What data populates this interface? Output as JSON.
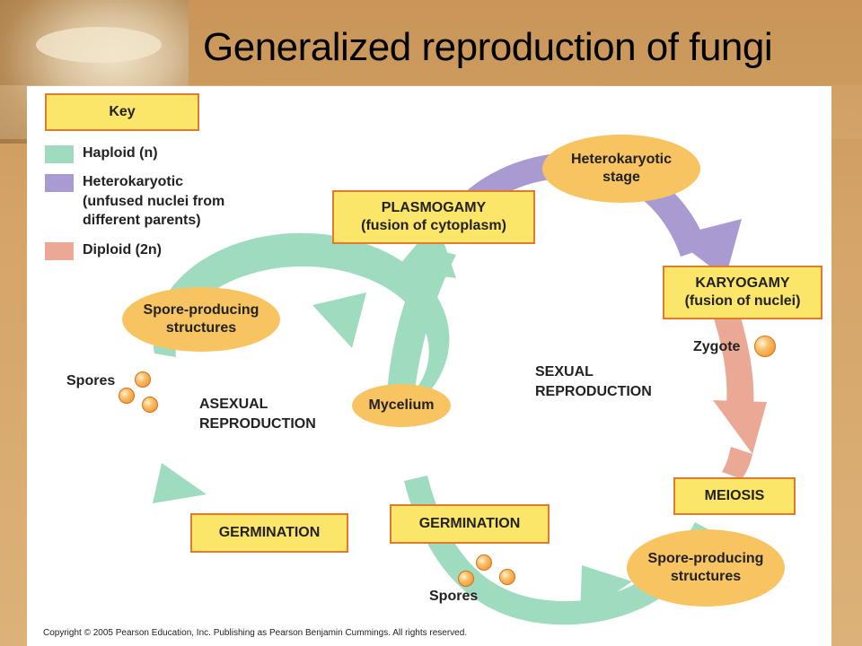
{
  "title": "Generalized reproduction of fungi",
  "key": {
    "heading": "Key",
    "haploid": "Haploid (n)",
    "heterokaryotic": [
      "Heterokaryotic",
      "(unfused nuclei from",
      "different parents)"
    ],
    "diploid": "Diploid (2n)",
    "colors": {
      "haploid": "#9fdcbf",
      "heterokaryotic": "#a99bd2",
      "diploid": "#eaa895"
    }
  },
  "boxes": {
    "plasmogamy": [
      "PLASMOGAMY",
      "(fusion of cytoplasm)"
    ],
    "karyogamy": [
      "KARYOGAMY",
      "(fusion of nuclei)"
    ],
    "meiosis": "MEIOSIS",
    "germination_asexual": "GERMINATION",
    "germination_sexual": "GERMINATION"
  },
  "ovals": {
    "heterokaryotic_stage": [
      "Heterokaryotic",
      "stage"
    ],
    "spore_structures_asexual": [
      "Spore-producing",
      "structures"
    ],
    "mycelium": "Mycelium",
    "spore_structures_sexual": [
      "Spore-producing",
      "structures"
    ]
  },
  "labels": {
    "spores_left": "Spores",
    "spores_bottom": "Spores",
    "zygote": "Zygote",
    "asexual": [
      "ASEXUAL",
      "REPRODUCTION"
    ],
    "sexual": [
      "SEXUAL",
      "REPRODUCTION"
    ]
  },
  "copyright": "Copyright © 2005 Pearson Education, Inc. Publishing as Pearson Benjamin Cummings. All rights reserved.",
  "colors": {
    "box_fill": "#fbe66a",
    "box_border": "#e27a2c",
    "oval_fill": "#f8c462"
  }
}
